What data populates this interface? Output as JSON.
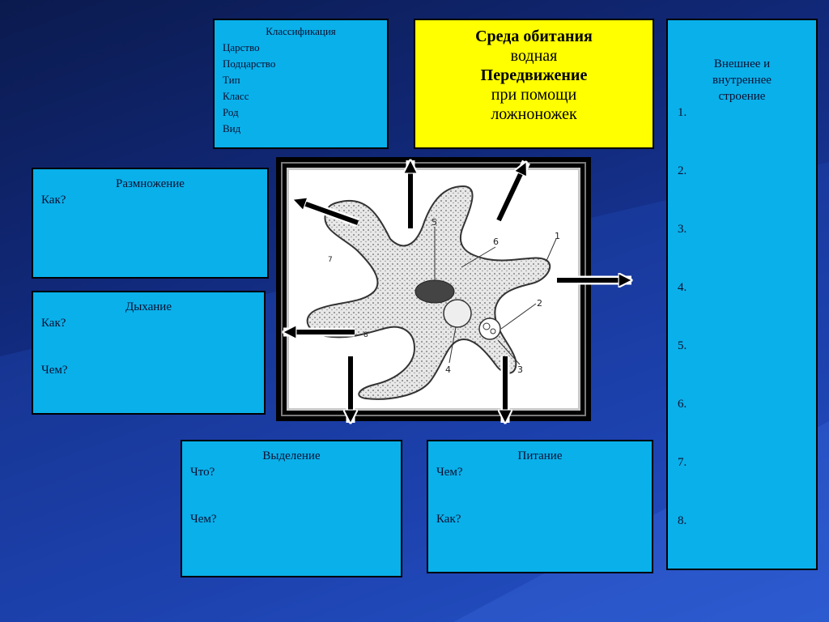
{
  "classification": {
    "title": "Классификация",
    "items": [
      "Царство",
      "Подцарство",
      "Тип",
      "Класс",
      "Род",
      "Вид"
    ]
  },
  "habitat": {
    "title": "Среда обитания",
    "value": "водная",
    "movement_title": "Передвижение",
    "movement_value_1": "при помощи",
    "movement_value_2": "ложноножек"
  },
  "structure": {
    "title_1": "Внешнее и",
    "title_2": "внутреннее",
    "title_3": "строение",
    "numbers": [
      "1.",
      "2.",
      "3.",
      "4.",
      "5.",
      "6.",
      "7.",
      "8."
    ]
  },
  "reproduction": {
    "title": "Размножение",
    "q1": "Как?"
  },
  "respiration": {
    "title": "Дыхание",
    "q1": "Как?",
    "q2": "Чем?"
  },
  "excretion": {
    "title": "Выделение",
    "q1": "Что?",
    "q2": "Чем?"
  },
  "nutrition": {
    "title": "Питание",
    "q1": "Чем?",
    "q2": "Как?"
  },
  "diagram": {
    "labels": [
      "1",
      "2",
      "3",
      "4",
      "5",
      "6",
      "7",
      "8"
    ]
  },
  "colors": {
    "box": "#0ab0ea",
    "highlight": "#ffff00"
  }
}
